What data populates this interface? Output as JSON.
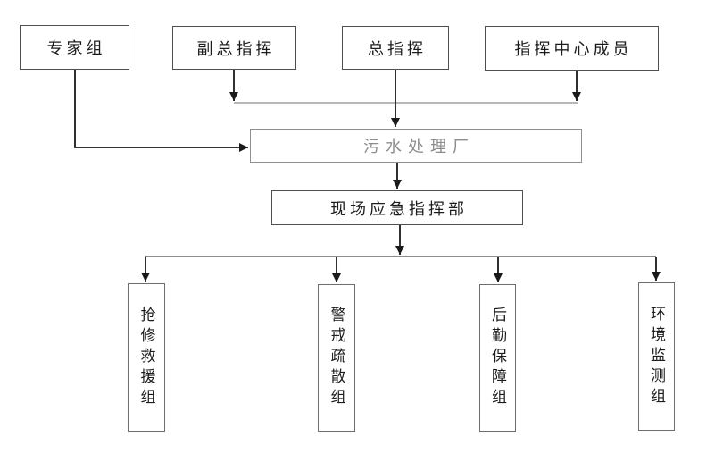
{
  "diagram": {
    "type": "org-flowchart",
    "nodes": {
      "expert_group": "专家组",
      "deputy_commander": "副总指挥",
      "chief_commander": "总指挥",
      "command_center_members": "指挥中心成员",
      "sewage_plant": "污水处理厂",
      "onsite_emergency_hq": "现场应急指挥部",
      "repair_rescue_group": "抢修救援组",
      "alert_evacuation_group": "警戒疏散组",
      "logistics_support_group": "后勤保障组",
      "env_monitoring_group": "环境监测组"
    },
    "edges": [
      {
        "from": "专家组",
        "to": "污水处理厂"
      },
      {
        "from": "副总指挥",
        "to": "污水处理厂"
      },
      {
        "from": "总指挥",
        "to": "污水处理厂"
      },
      {
        "from": "指挥中心成员",
        "to": "污水处理厂"
      },
      {
        "from": "污水处理厂",
        "to": "现场应急指挥部"
      },
      {
        "from": "现场应急指挥部",
        "to": "抢修救援组"
      },
      {
        "from": "现场应急指挥部",
        "to": "警戒疏散组"
      },
      {
        "from": "现场应急指挥部",
        "to": "后勤保障组"
      },
      {
        "from": "现场应急指挥部",
        "to": "环境监测组"
      }
    ],
    "colors": {
      "background": "#ffffff",
      "box_border": "#4f4f4f",
      "muted_box_border": "#8f8f8f",
      "node_text": "#1c1c1c",
      "muted_node_text": "#8c8c8c",
      "arrow_line": "#1a1a1a",
      "bus_line": "#8c8c8c"
    }
  }
}
